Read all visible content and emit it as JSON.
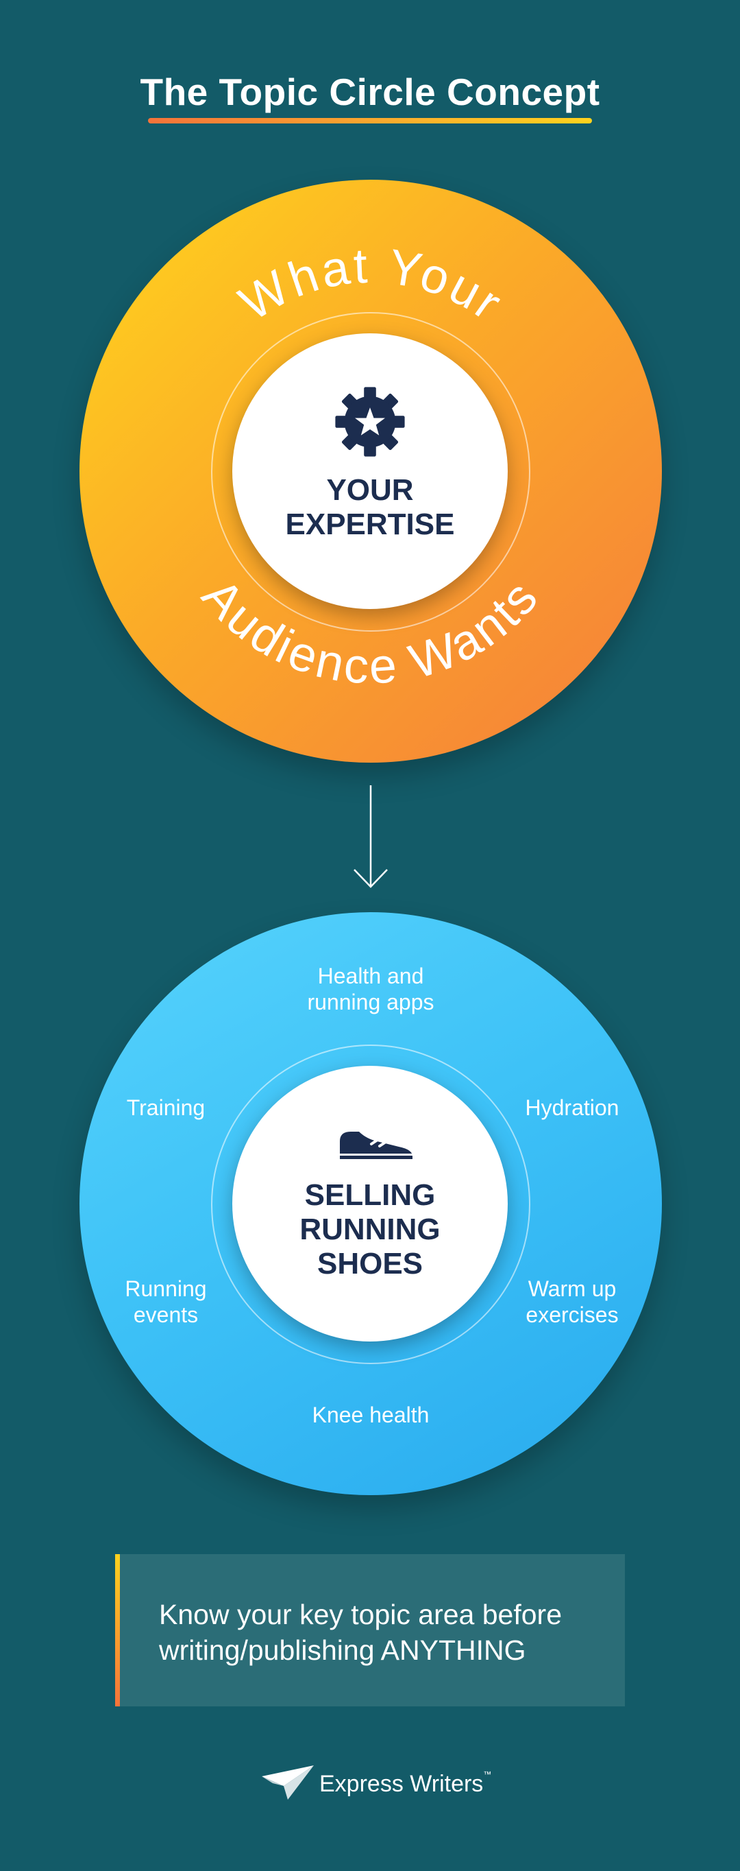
{
  "title": "The Topic Circle Concept",
  "top_circle": {
    "arc_top": "What Your",
    "arc_bottom": "Audience Wants",
    "center_icon": "gear-star-icon",
    "center_line1": "YOUR",
    "center_line2": "EXPERTISE"
  },
  "bottom_circle": {
    "center_icon": "running-shoe-icon",
    "center_line1": "SELLING",
    "center_line2": "RUNNING",
    "center_line3": "SHOES",
    "topics": {
      "top_line1": "Health and",
      "top_line2": "running apps",
      "left_upper": "Training",
      "right_upper": "Hydration",
      "left_lower_line1": "Running",
      "left_lower_line2": "events",
      "right_lower_line1": "Warm up",
      "right_lower_line2": "exercises",
      "bottom": "Knee health"
    }
  },
  "arrow_icon": "arrow-down-icon",
  "callout": {
    "line1": "Know your key topic area before",
    "line2": "writing/publishing ANYTHING"
  },
  "logo": {
    "icon": "paper-plane-icon",
    "text": "Express Writers",
    "tm": "™"
  },
  "colors": {
    "background": "#135b68",
    "navy": "#1c2d4f",
    "orange_start": "#ffd51d",
    "orange_end": "#f57d3b",
    "blue_start": "#57d3fc",
    "blue_end": "#28aaee"
  }
}
